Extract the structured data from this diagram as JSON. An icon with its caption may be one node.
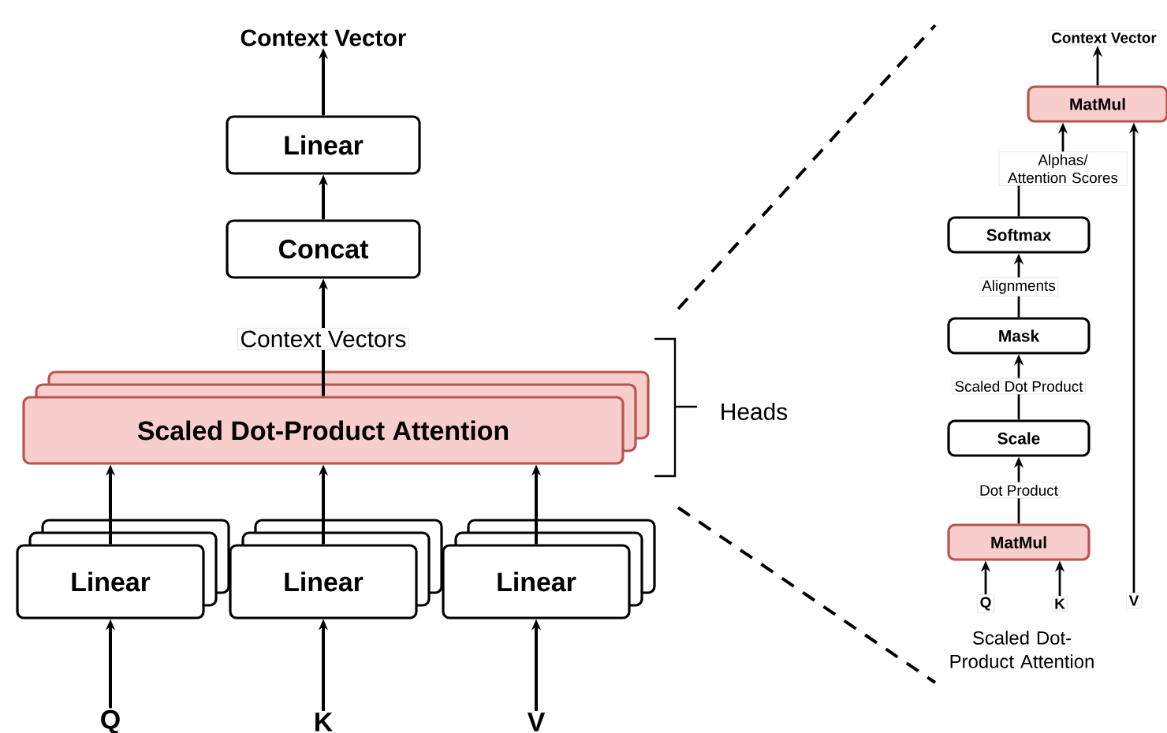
{
  "diagram": {
    "nodes": [
      {
        "text": [
          "Q"
        ]
      },
      {
        "text": [
          "K"
        ]
      },
      {
        "text": [
          "V"
        ]
      },
      {
        "text": [
          "Linear"
        ]
      },
      {
        "text": [
          "Linear"
        ]
      },
      {
        "text": [
          "Linear"
        ]
      },
      {
        "text": [
          "Scaled Dot-Product Attention"
        ]
      },
      {
        "text": [
          "Context Vectors"
        ]
      },
      {
        "text": [
          "Concat"
        ]
      },
      {
        "text": [
          "Linear"
        ]
      },
      {
        "text": [
          "Context Vector"
        ]
      },
      {
        "text": [
          "Context Vector"
        ]
      },
      {
        "text": [
          "MatMul"
        ]
      },
      {
        "text": [
          "Alphas/ Attention Scores"
        ]
      },
      {
        "text": [
          "Softmax"
        ]
      },
      {
        "text": [
          "Alignments"
        ]
      },
      {
        "text": [
          "Mask"
        ]
      },
      {
        "text": [
          "Scaled Dot Product"
        ]
      },
      {
        "text": [
          "Scale"
        ]
      },
      {
        "text": [
          "Dot Product"
        ]
      },
      {
        "text": [
          "MatMul"
        ]
      },
      {
        "text": [
          "Q"
        ]
      },
      {
        "text": [
          "K"
        ]
      },
      {
        "text": [
          "V"
        ]
      }
    ],
    "edges": [
      {
        "from": 0,
        "to": 3,
        "arrow": "to"
      },
      {
        "from": 1,
        "to": 4,
        "arrow": "to"
      },
      {
        "from": 2,
        "to": 5,
        "arrow": "to"
      },
      {
        "from": 3,
        "to": 6,
        "arrow": "to"
      },
      {
        "from": 4,
        "to": 6,
        "arrow": "to"
      },
      {
        "from": 5,
        "to": 6,
        "arrow": "to"
      },
      {
        "from": 6,
        "to": 7,
        "arrow": "none"
      },
      {
        "from": 7,
        "to": 8,
        "arrow": "to"
      },
      {
        "from": 8,
        "to": 9,
        "arrow": "to"
      },
      {
        "from": 9,
        "to": 10,
        "arrow": "to"
      },
      {
        "from": 21,
        "to": 20,
        "arrow": "to"
      },
      {
        "from": 22,
        "to": 20,
        "arrow": "to"
      },
      {
        "from": 20,
        "to": 19,
        "arrow": "none"
      },
      {
        "from": 19,
        "to": 18,
        "arrow": "to"
      },
      {
        "from": 18,
        "to": 17,
        "arrow": "none"
      },
      {
        "from": 17,
        "to": 16,
        "arrow": "to"
      },
      {
        "from": 16,
        "to": 15,
        "arrow": "none"
      },
      {
        "from": 15,
        "to": 14,
        "arrow": "to"
      },
      {
        "from": 14,
        "to": 13,
        "arrow": "none"
      },
      {
        "from": 13,
        "to": 12,
        "arrow": "to"
      },
      {
        "from": 23,
        "to": 12,
        "arrow": "to"
      },
      {
        "from": 12,
        "to": 11,
        "arrow": "to"
      }
    ],
    "labels": [
      "Heads",
      "Scaled Dot-Product Attention"
    ]
  }
}
